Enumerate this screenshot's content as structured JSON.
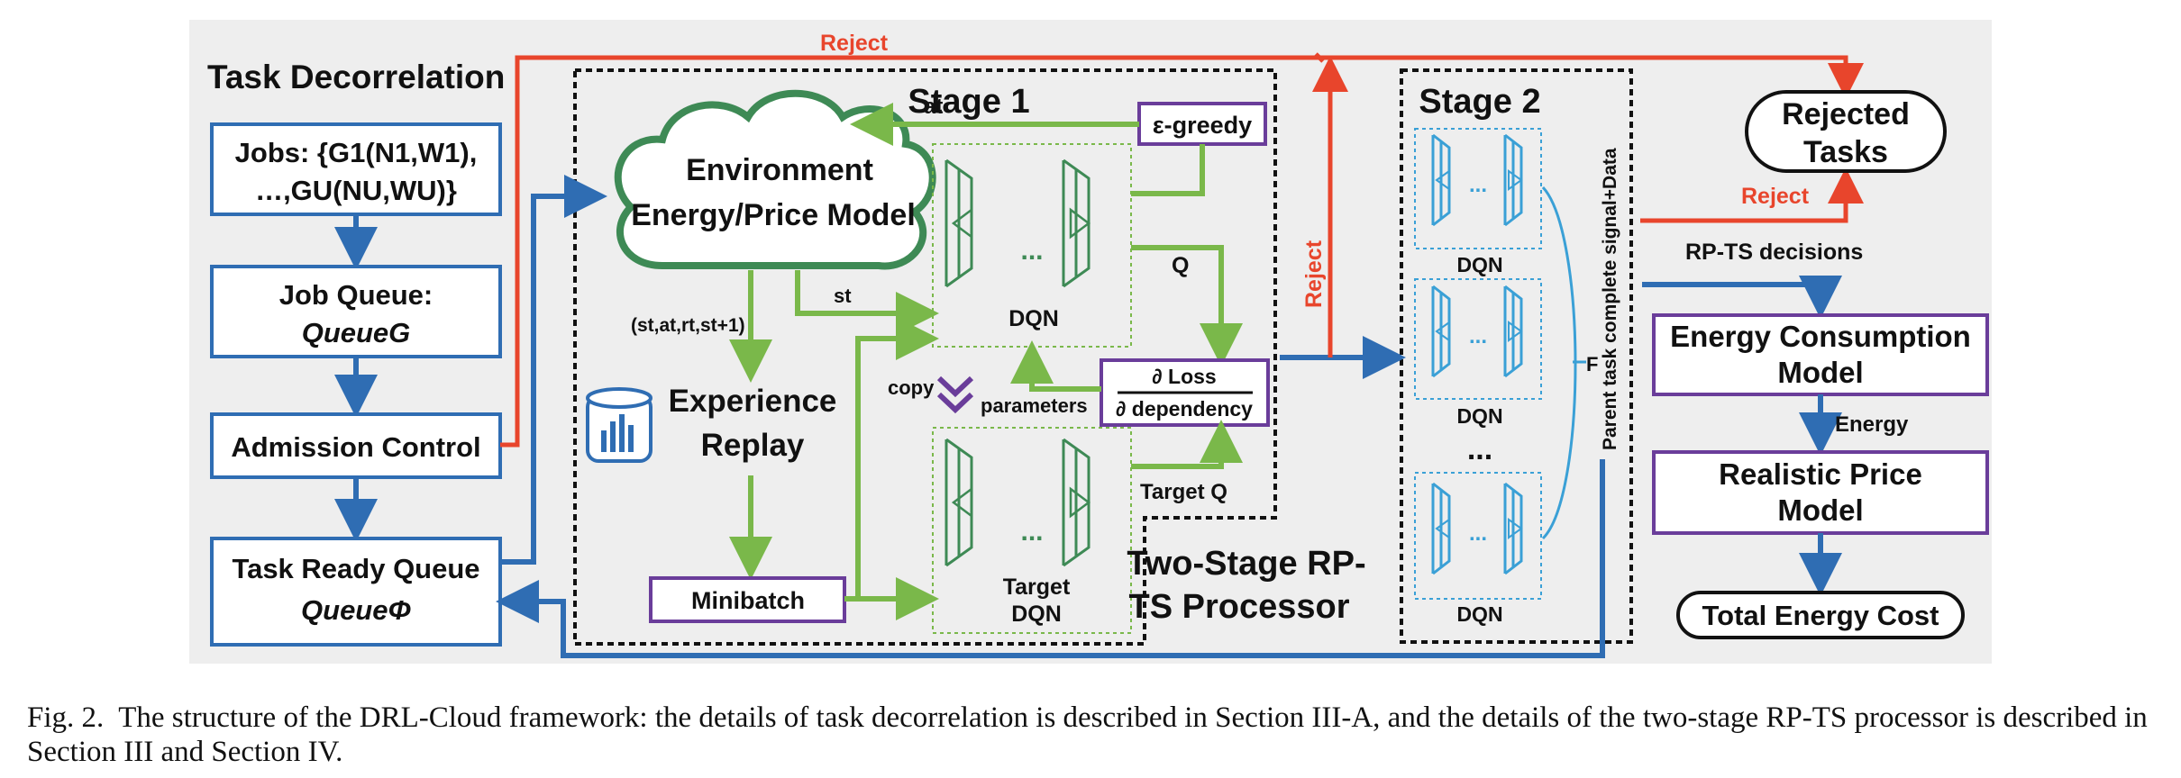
{
  "left_panel": {
    "title": "Task Decorrelation",
    "jobs_line1": "Jobs: {G1(N1,W1),",
    "jobs_line2": "…,GU(NU,WU)}",
    "job_queue_line1": "Job Queue:",
    "job_queue_line2": "QueueG",
    "admission_control": "Admission Control",
    "task_ready_line1": "Task Ready Queue",
    "task_ready_line2": "QueueΦ"
  },
  "stage1": {
    "title": "Stage 1",
    "env_line1": "Environment",
    "env_line2": "Energy/Price Model",
    "egreedy": "ε-greedy",
    "a_t": "at",
    "s_t": "st",
    "transition": "(st,at,rt,st+1)",
    "replay_line1": "Experience",
    "replay_line2": "Replay",
    "minibatch": "Minibatch",
    "dqn": "DQN",
    "target_dqn_line1": "Target",
    "target_dqn_line2": "DQN",
    "q": "Q",
    "target_q": "Target Q",
    "copy": "copy",
    "parameters": "parameters",
    "loss_num": "∂ Loss",
    "loss_den": "∂ dependency",
    "dots": "...",
    "processor_line1": "Two-Stage RP-",
    "processor_line2": "TS Processor"
  },
  "stage2": {
    "title": "Stage 2",
    "dqn1": "DQN",
    "dqn2": "DQN",
    "dqn3": "DQN",
    "vdots": "⋮",
    "signal": "Parent task complete signal+Data",
    "f": "F",
    "dots": "..."
  },
  "right_panel": {
    "rejected_line1": "Rejected",
    "rejected_line2": "Tasks",
    "rpts": "RP-TS decisions",
    "energy_model_line1": "Energy Consumption",
    "energy_model_line2": "Model",
    "energy": "Energy",
    "price_line1": "Realistic Price",
    "price_line2": "Model",
    "total": "Total Energy Cost"
  },
  "rejects": {
    "top": "Reject",
    "mid": "Reject",
    "right": "Reject"
  },
  "caption": {
    "label": "Fig. 2.",
    "text": "The structure of the DRL-Cloud framework: the details of task decorrelation is described in Section III-A, and the details of the two-stage RP-TS processor is described in Section III and Section IV."
  },
  "colors": {
    "blue": "#2f6db3",
    "red": "#e8452c",
    "green": "#7ab84a",
    "dark_green": "#3e8a55",
    "purple": "#6a3d9a",
    "cyan": "#3aa0d6"
  }
}
